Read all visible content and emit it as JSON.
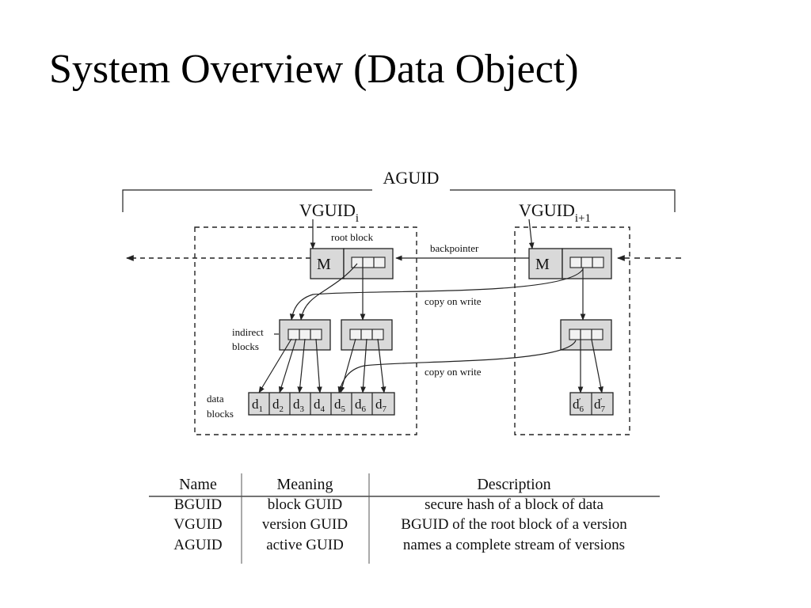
{
  "slide": {
    "title": "System Overview (Data Object)"
  },
  "diagram": {
    "aguid_label": "AGUID",
    "vguid_base": "VGUID",
    "vguid_i_sub": "i",
    "vguid_i1_sub": "i+1",
    "root_block_label": "root block",
    "backpointer_label": "backpointer",
    "copy_on_write_1": "copy on write",
    "copy_on_write_2": "copy on write",
    "m_label_left": "M",
    "m_label_right": "M",
    "indirect_label_1": "indirect",
    "indirect_label_2": "blocks",
    "data_label_1": "data",
    "data_label_2": "blocks",
    "data_base": "d",
    "data_subs": [
      "1",
      "2",
      "3",
      "4",
      "5",
      "6",
      "7"
    ],
    "data_subs_new": [
      "6",
      "7"
    ],
    "prime": "′"
  },
  "table": {
    "headers": [
      "Name",
      "Meaning",
      "Description"
    ],
    "rows": [
      [
        "BGUID",
        "block GUID",
        "secure hash of a block of data"
      ],
      [
        "VGUID",
        "version GUID",
        "BGUID of the root block of a version"
      ],
      [
        "AGUID",
        "active GUID",
        "names a complete stream of versions"
      ]
    ]
  }
}
